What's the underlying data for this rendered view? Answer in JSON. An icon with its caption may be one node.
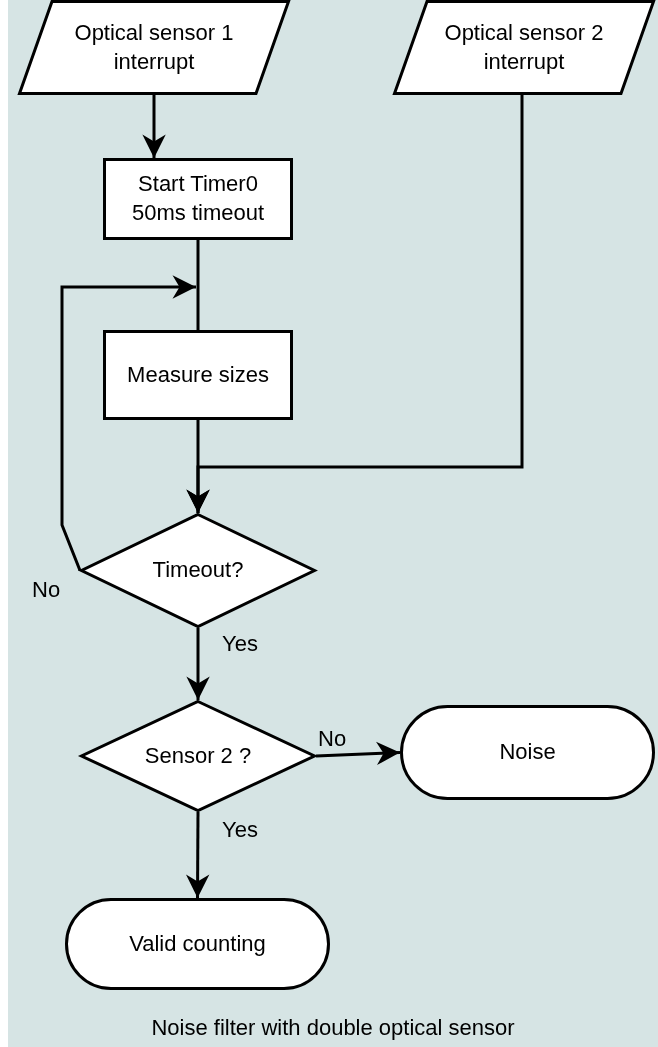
{
  "diagram": {
    "caption": "Noise filter with double optical sensor",
    "nodes": [
      {
        "text": [
          "Optical sensor 1 interrupt"
        ]
      },
      {
        "text": [
          "Optical sensor 2 interrupt"
        ]
      },
      {
        "text": [
          "Start Timer0 50ms timeout"
        ]
      },
      {
        "text": [
          "Measure sizes"
        ]
      },
      {
        "text": [
          "Timeout?"
        ]
      },
      {
        "text": [
          "Sensor 2 ?"
        ]
      },
      {
        "text": [
          "Noise"
        ]
      },
      {
        "text": [
          "Valid counting"
        ]
      }
    ],
    "edges": [
      {
        "from": 0,
        "to": 2,
        "arrow": "to"
      },
      {
        "from": 2,
        "to": 3,
        "arrow": "none"
      },
      {
        "from": 4,
        "to": 3,
        "arrow": "to",
        "label": "No"
      },
      {
        "from": 3,
        "to": 4,
        "arrow": "to"
      },
      {
        "from": 1,
        "to": 4,
        "arrow": "to"
      },
      {
        "from": 4,
        "to": 5,
        "arrow": "to",
        "label": "Yes"
      },
      {
        "from": 5,
        "to": 6,
        "arrow": "to",
        "label": "No"
      },
      {
        "from": 5,
        "to": 7,
        "arrow": "to",
        "label": "Yes"
      }
    ]
  }
}
